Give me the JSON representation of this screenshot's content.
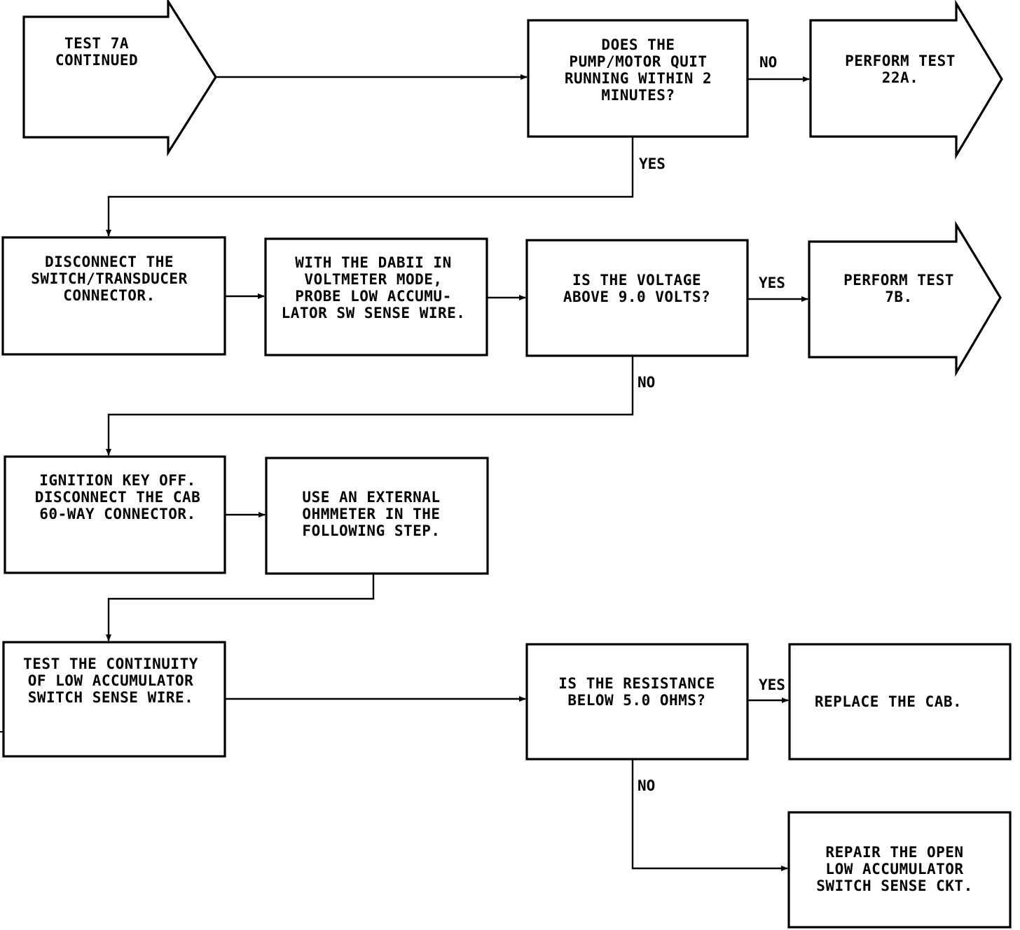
{
  "nodes": {
    "start": {
      "lines": [
        "TEST 7A",
        "CONTINUED"
      ]
    },
    "q_pump": {
      "lines": [
        "DOES THE",
        "PUMP/MOTOR QUIT",
        "RUNNING WITHIN 2",
        "MINUTES?"
      ]
    },
    "perform_22a": {
      "lines": [
        "PERFORM TEST",
        "22A."
      ]
    },
    "disconnect_switch": {
      "lines": [
        "DISCONNECT THE",
        "SWITCH/TRANSDUCER",
        "CONNECTOR."
      ]
    },
    "dabii_probe": {
      "lines": [
        "WITH THE DABII IN",
        "VOLTMETER MODE,",
        "PROBE LOW ACCUMU-",
        "LATOR SW SENSE WIRE."
      ]
    },
    "q_voltage": {
      "lines": [
        "IS THE VOLTAGE",
        "ABOVE 9.0 VOLTS?"
      ]
    },
    "perform_7b": {
      "lines": [
        "PERFORM TEST",
        "7B."
      ]
    },
    "ignition_off": {
      "lines": [
        "IGNITION KEY OFF.",
        "DISCONNECT THE CAB",
        "60-WAY CONNECTOR."
      ]
    },
    "ohmmeter": {
      "lines": [
        "USE AN EXTERNAL",
        "OHMMETER IN THE",
        "FOLLOWING STEP."
      ]
    },
    "test_continuity": {
      "lines": [
        "TEST THE CONTINUITY",
        "OF LOW ACCUMULATOR",
        "SWITCH SENSE WIRE."
      ]
    },
    "q_resistance": {
      "lines": [
        "IS THE RESISTANCE",
        "BELOW 5.0 OHMS?"
      ]
    },
    "replace_cab": {
      "lines": [
        "REPLACE THE CAB."
      ]
    },
    "repair_open": {
      "lines": [
        "REPAIR THE OPEN",
        "LOW ACCUMULATOR",
        "SWITCH SENSE CKT."
      ]
    }
  },
  "edge_labels": {
    "pump_no": "NO",
    "pump_yes": "YES",
    "voltage_yes": "YES",
    "voltage_no": "NO",
    "resistance_yes": "YES",
    "resistance_no": "NO"
  }
}
